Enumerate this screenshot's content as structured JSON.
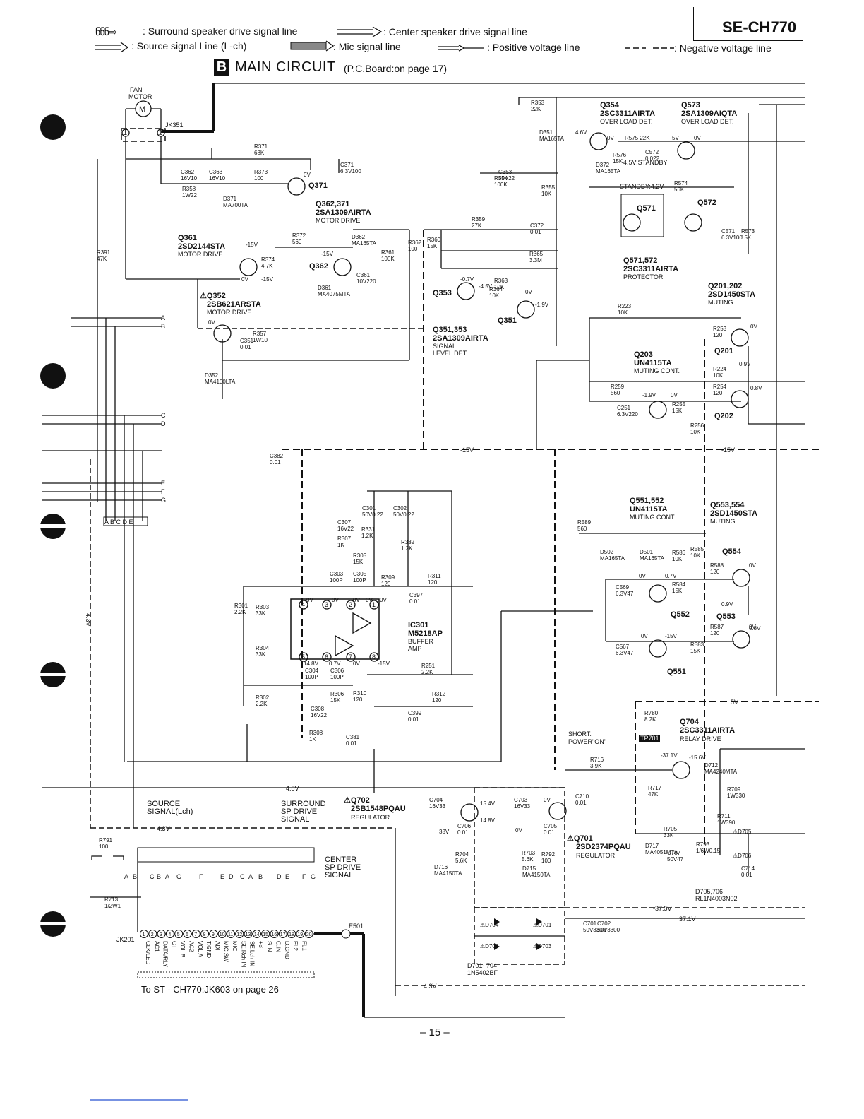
{
  "header": {
    "model": "SE-CH770",
    "section_letter": "B",
    "section_title": "MAIN  CIRCUIT",
    "section_note": "(P.C.Board:on page 17)"
  },
  "legend": [
    {
      "label": ": Surround speaker drive signal line"
    },
    {
      "label": ": Center speaker drive signal line"
    },
    {
      "label": ": Source signal Line (L-ch)"
    },
    {
      "label": ": Mic signal line"
    },
    {
      "label": ": Positive voltage line"
    },
    {
      "label": ": Negative voltage line"
    }
  ],
  "components": {
    "fan_motor": "FAN\nMOTOR",
    "jk351": "JK351",
    "q354": {
      "ref": "Q354",
      "part": "2SC3311AIRTA",
      "desc": "OVER LOAD DET."
    },
    "q573": {
      "ref": "Q573",
      "part": "2SA1309AIQTA",
      "desc": "OVER LOAD DET."
    },
    "q371": "Q371",
    "q362_371": {
      "ref": "Q362,371",
      "part": "2SA1309AIRTA",
      "desc": "MOTOR DRIVE"
    },
    "q361": {
      "ref": "Q361",
      "part": "2SD2144STA",
      "desc": "MOTOR DRIVE"
    },
    "q362": "Q362",
    "q352": {
      "ref": "⚠Q352",
      "part": "2SB621ARSTA",
      "desc": "MOTOR DRIVE"
    },
    "q353": "Q353",
    "q351": "Q351",
    "q351_353": {
      "ref": "Q351,353",
      "part": "2SA1309AIRTA",
      "desc": "SIGNAL\nLEVEL DET."
    },
    "q571": "Q571",
    "q572": "Q572",
    "q571_572": {
      "ref": "Q571,572",
      "part": "2SC3311AIRTA",
      "desc": "PROTECTOR"
    },
    "q201_202": {
      "ref": "Q201,202",
      "part": "2SD1450STA",
      "desc": "MUTING"
    },
    "q201": "Q201",
    "q202": "Q202",
    "q203": {
      "ref": "Q203",
      "part": "UN4115TA",
      "desc": "MUTING CONT."
    },
    "q551_552": {
      "ref": "Q551,552",
      "part": "UN4115TA",
      "desc": "MUTING CONT."
    },
    "q553_554": {
      "ref": "Q553,554",
      "part": "2SD1450STA",
      "desc": "MUTING"
    },
    "q554": "Q554",
    "q553": "Q553",
    "q552": "Q552",
    "q551": "Q551",
    "ic301": {
      "ref": "IC301",
      "part": "M5218AP",
      "desc": "BUFFER\nAMP"
    },
    "q704": {
      "ref": "Q704",
      "part": "2SC3311AIRTA",
      "desc": "RELAY DRIVE"
    },
    "q702": {
      "ref": "⚠Q702",
      "part": "2SB1548PQAU",
      "desc": "REGULATOR"
    },
    "q701": {
      "ref": "⚠Q701",
      "part": "2SD2374PQAU",
      "desc": "REGULATOR"
    },
    "d701_704": "D701- 704\n1N5402BF",
    "d705_706": "D705,706\nRL1N4003N02",
    "e501": "E501",
    "jk201": "JK201",
    "tp701": "TP701",
    "short": "SHORT:\nPOWER\"ON\""
  },
  "notes": {
    "standby_45": "4.5V:STANDBY",
    "standby_42": "STANDBY:4.2V",
    "source_signal": "SOURCE\nSIGNAL(Lch)",
    "surround_sp": "SURROUND\nSP DRIVE\nSIGNAL",
    "center_sp": "CENTER\nSP DRIVE\nSIGNAL",
    "to_st": "To  ST - CH770:JK603 on page 26",
    "page": "– 15 –"
  },
  "rails": {
    "minus15": "-15V",
    "plus5": "5V",
    "plus43": "4.3V",
    "plus48": "4.8V",
    "minus375": "-37.5V",
    "plus371": "37.1V"
  },
  "jk201_pins": [
    "CLK/LED",
    "AC1",
    "DATA/RLY",
    "CT",
    "VOL B",
    "AC2",
    "VOL A",
    "T.GND",
    "ADI",
    "MIC SW",
    "MIC",
    "SE.Rch IN",
    "SE.Lch IN",
    "+B",
    "S.IN",
    "C.IN",
    "D.GND",
    "FL2",
    "FL1"
  ],
  "jk201_pin_numbers": [
    "1",
    "2",
    "3",
    "4",
    "5",
    "6",
    "7",
    "8",
    "9",
    "10",
    "11",
    "12",
    "13",
    "14",
    "15",
    "16",
    "17",
    "18",
    "19",
    "20"
  ],
  "connector_top_labels": [
    "A",
    "B",
    "C",
    "B",
    "A",
    "G",
    "F",
    "E",
    "D",
    "C",
    "A",
    "B",
    "D",
    "E",
    "F",
    "G"
  ],
  "connector_left_labels": [
    "A",
    "B",
    "C",
    "D",
    "E",
    "F",
    "G"
  ],
  "connector_bottom_left": "A B C D E",
  "resistors": [
    "R353\n22K",
    "R371\n68K",
    "R373\n100",
    "R358\n1W22",
    "R575  22K",
    "R576\n15K",
    "R574\n56K",
    "R354\n100K",
    "R355\n10K",
    "R359\n27K",
    "R372\n560",
    "R374\n4.7K",
    "R361\n100K",
    "R362\n100",
    "R360\n15K",
    "R365\n3.3M",
    "R363\n10K",
    "R364\n10K",
    "R357\n1W10",
    "R391\n47K",
    "R573\n15K",
    "R223\n10K",
    "R253\n120",
    "R224\n10K",
    "R254\n120",
    "R259\n560",
    "R255\n15K",
    "R256\n10K",
    "R589\n560",
    "R586\n10K",
    "R585\n10K",
    "R588\n120",
    "R584\n15K",
    "R587\n120",
    "R583\n15K",
    "R307\n1K",
    "R331\n1.2K",
    "R305\n15K",
    "R332\n1.2K",
    "R309\n120",
    "R311\n120",
    "R301\n2.2K",
    "R303\n33K",
    "R304\n33K",
    "R302\n2.2K",
    "R251\n2.2K",
    "R306\n15K",
    "R310\n120",
    "R312\n120",
    "R308\n1K",
    "R780\n8.2K",
    "R716\n3.9K",
    "R717\n47K",
    "R709\n1W330",
    "R711\n1W390",
    "R705\n33K",
    "R793\n1/6W0.15",
    "R704\n5.6K",
    "R703\n5.6K",
    "R792\n100",
    "R791\n100",
    "R713\n1/2W1"
  ],
  "capacitors": [
    "C362\n16V10",
    "C363\n16V10",
    "C371\n6.3V100",
    "C372\n0.01",
    "C353\n50V22",
    "C572\n0.022",
    "C571\n6.3V100",
    "C361\n10V220",
    "C351\n0.01",
    "C382\n0.01",
    "C251\n6.3V220",
    "C301\n50V0.22",
    "C302\n50V0.22",
    "C307\n16V22",
    "C303\n100P",
    "C305\n100P",
    "C397\n0.01",
    "C304\n100P",
    "C306\n100P",
    "C308\n16V22",
    "C381\n0.01",
    "C399\n0.01",
    "C569\n6.3V47",
    "C567\n6.3V47",
    "C704\n16V33",
    "C703\n16V33",
    "C706\n0.01",
    "C705\n0.01",
    "C710\n0.01",
    "C707\n50V47",
    "C714\n0.01",
    "C701\n50V3300",
    "C702\n50V3300"
  ],
  "diodes": [
    "D351\nMA165TA",
    "D372\nMA165TA",
    "D371\nMA700TA",
    "D362\nMA165TA",
    "D361\nMA4075MTA",
    "D352\nMA4100LTA",
    "D502\nMA165TA",
    "D501\nMA165TA",
    "D712\nMA4240MTA",
    "⚠D705",
    "⚠D706",
    "D717\nMA4051MTA",
    "D716\nMA4150TA",
    "D715\nMA4150TA",
    "⚠D704",
    "⚠D701",
    "⚠D702",
    "⚠D703"
  ],
  "voltages": [
    "0V",
    "4.6V",
    "0V",
    "5V",
    "0V",
    "-15V",
    "-15V",
    "0V",
    "-15V",
    "0V",
    "-0.7V",
    "-4.5V",
    "0V",
    "-1.9V",
    "0V",
    "-1.9V",
    "0V",
    "0.9V",
    "0.8V",
    "0V",
    "0.7V",
    "0V",
    "0.9V",
    "0.8V",
    "0V",
    "-15V",
    "0V",
    "0V",
    "0V",
    "0V",
    "0V",
    "0V",
    "14.8V",
    "0.7V",
    "0V",
    "-15V",
    "-37.1V",
    "-15.6V",
    "15.4V",
    "14.8V",
    "38V",
    "0V",
    "0V"
  ]
}
